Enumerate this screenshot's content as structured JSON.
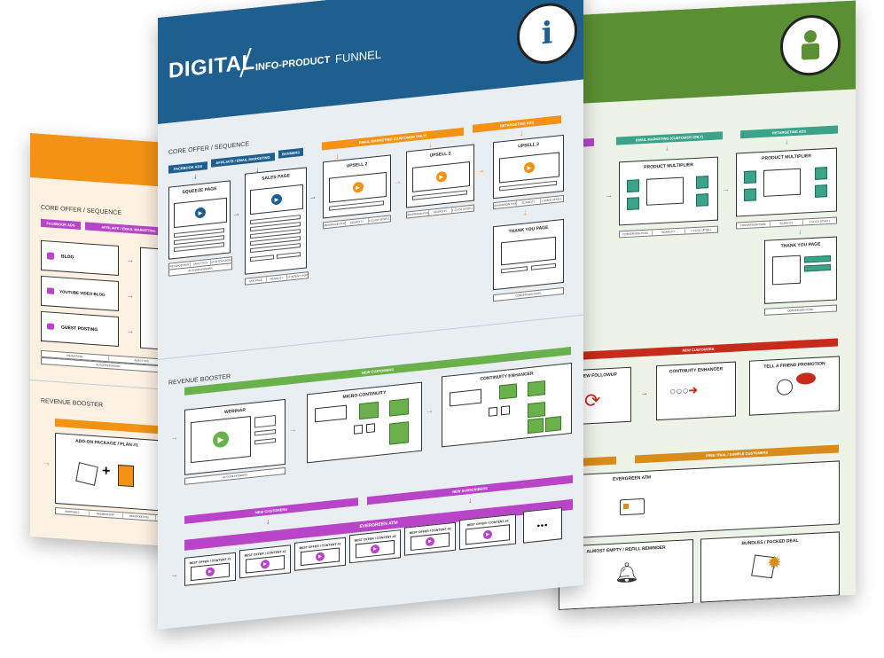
{
  "orange_sheet": {
    "core_offer_title": "CORE OFFER / SEQUENCE",
    "pills": [
      "FACEBOOK ADS",
      "AFFILIATE / EMAIL MARKETING"
    ],
    "sources": [
      "BLOG",
      "YOUTUBE VIDEO BLOG",
      "GUEST POSTING"
    ],
    "source_tags": [
      "REFERRING",
      "ANALYTICS",
      "AUTORESPONDER"
    ],
    "revenue_booster_title": "REVENUE BOOSTER",
    "addon_title": "ADD-ON PACKAGE / PLAN #1",
    "addon_tags": [
      "SHIPPABLE",
      "MEMBERSHIP",
      "REMARKETING",
      "AUTORESPONSE"
    ],
    "colors": {
      "band": "#f39214",
      "bg": "#fdf1e1"
    }
  },
  "blue_sheet": {
    "header": {
      "digital": "DIGITAL",
      "info_product": "INFO-PRODUCT",
      "funnel": "FUNNEL"
    },
    "badge_icon": "info-icon",
    "badge_glyph": "i",
    "core_offer_title": "CORE OFFER / SEQUENCE",
    "top_pills": {
      "facebook": "FACEBOOK ADS",
      "affiliate": "AFFILIATE / EMAIL MARKETING",
      "banners": "BANNERS",
      "email_customer": "EMAIL MARKETING (CUSTOMER ONLY)",
      "retargeting": "RETARGETING ADS"
    },
    "pages": {
      "squeeze": "SQUEEZE PAGE",
      "sales": "SALES PAGE",
      "upsell1": "UPSELL 2",
      "upsell2": "UPSELL 2",
      "upsell3": "UPSELL 3",
      "thank_you": "THANK YOU PAGE"
    },
    "tags": {
      "squeeze": [
        "RETARGETING",
        "ANALYTICS",
        "EXIT INTENT POPUP"
      ],
      "squeeze_auto": "AUTORESPONDER",
      "sales": [
        "ASK PAGE",
        "SCARCITY",
        "EXIT INTENT POPUP"
      ],
      "upsell": [
        "CONVERSION PIXEL",
        "SCARCITY",
        "1 CLICK UPSELL"
      ],
      "thank_you": "CONVERSION PIXEL"
    },
    "revenue_booster_title": "REVENUE BOOSTER",
    "new_customers_pill": "NEW CUSTOMERS",
    "webinar": "WEBINAR",
    "webinar_tag": "AUTORESPONDER",
    "micro_continuity": "MICRO-CONTINUITY",
    "continuity_enhancer": "CONTINUITY ENHANCER",
    "new_customers_2": "NEW CUSTOMERS",
    "new_subscribers": "NEW SUBSCRIBERS",
    "evergreen": "EVERGREEN ATM",
    "best_offers": [
      "BEST OFFER / CONTENT #1",
      "BEST OFFER / CONTENT #2",
      "BEST OFFER / CONTENT #3",
      "BEST OFFER / CONTENT #4",
      "BEST OFFER / CONTENT #5",
      "BEST OFFER / CONTENT #6"
    ],
    "more": "•••",
    "colors": {
      "band": "#1f5f8f",
      "bg": "#e9eef3"
    }
  },
  "green_sheet": {
    "badge_icon": "person-icon",
    "top_pills": {
      "email_customer": "EMAIL MARKETING (CUSTOMER ONLY)",
      "retargeting": "RETARGETING ADS"
    },
    "product_multiplier_1": "PRODUCT MULTIPLIER",
    "product_multiplier_2": "PRODUCT MULTIPLIER",
    "pm_tags": [
      "CONVERSION PIXEL",
      "SCARCITY",
      "1 CLICK UPSELL"
    ],
    "thank_you": "THANK YOU PAGE",
    "thank_you_tag": "CONVERSION PIXEL",
    "new_customers": "NEW CUSTOMERS",
    "review_followup": "REVIEW FOLLOWUP",
    "continuity_enhancer": "CONTINUITY ENHANCER",
    "tell_a_friend": "TELL A FRIEND PROMOTION",
    "free_trial": "FREE TRIAL / SAMPLE CUSTOMERS",
    "evergreen": "EVERGREEN ATM",
    "almost_empty": "ALMOST EMPTY / REFILL REMINDER",
    "bundles": "BUNDLES / PACKED DEAL",
    "colors": {
      "band": "#5a8f34",
      "bg": "#eef3e8"
    }
  }
}
